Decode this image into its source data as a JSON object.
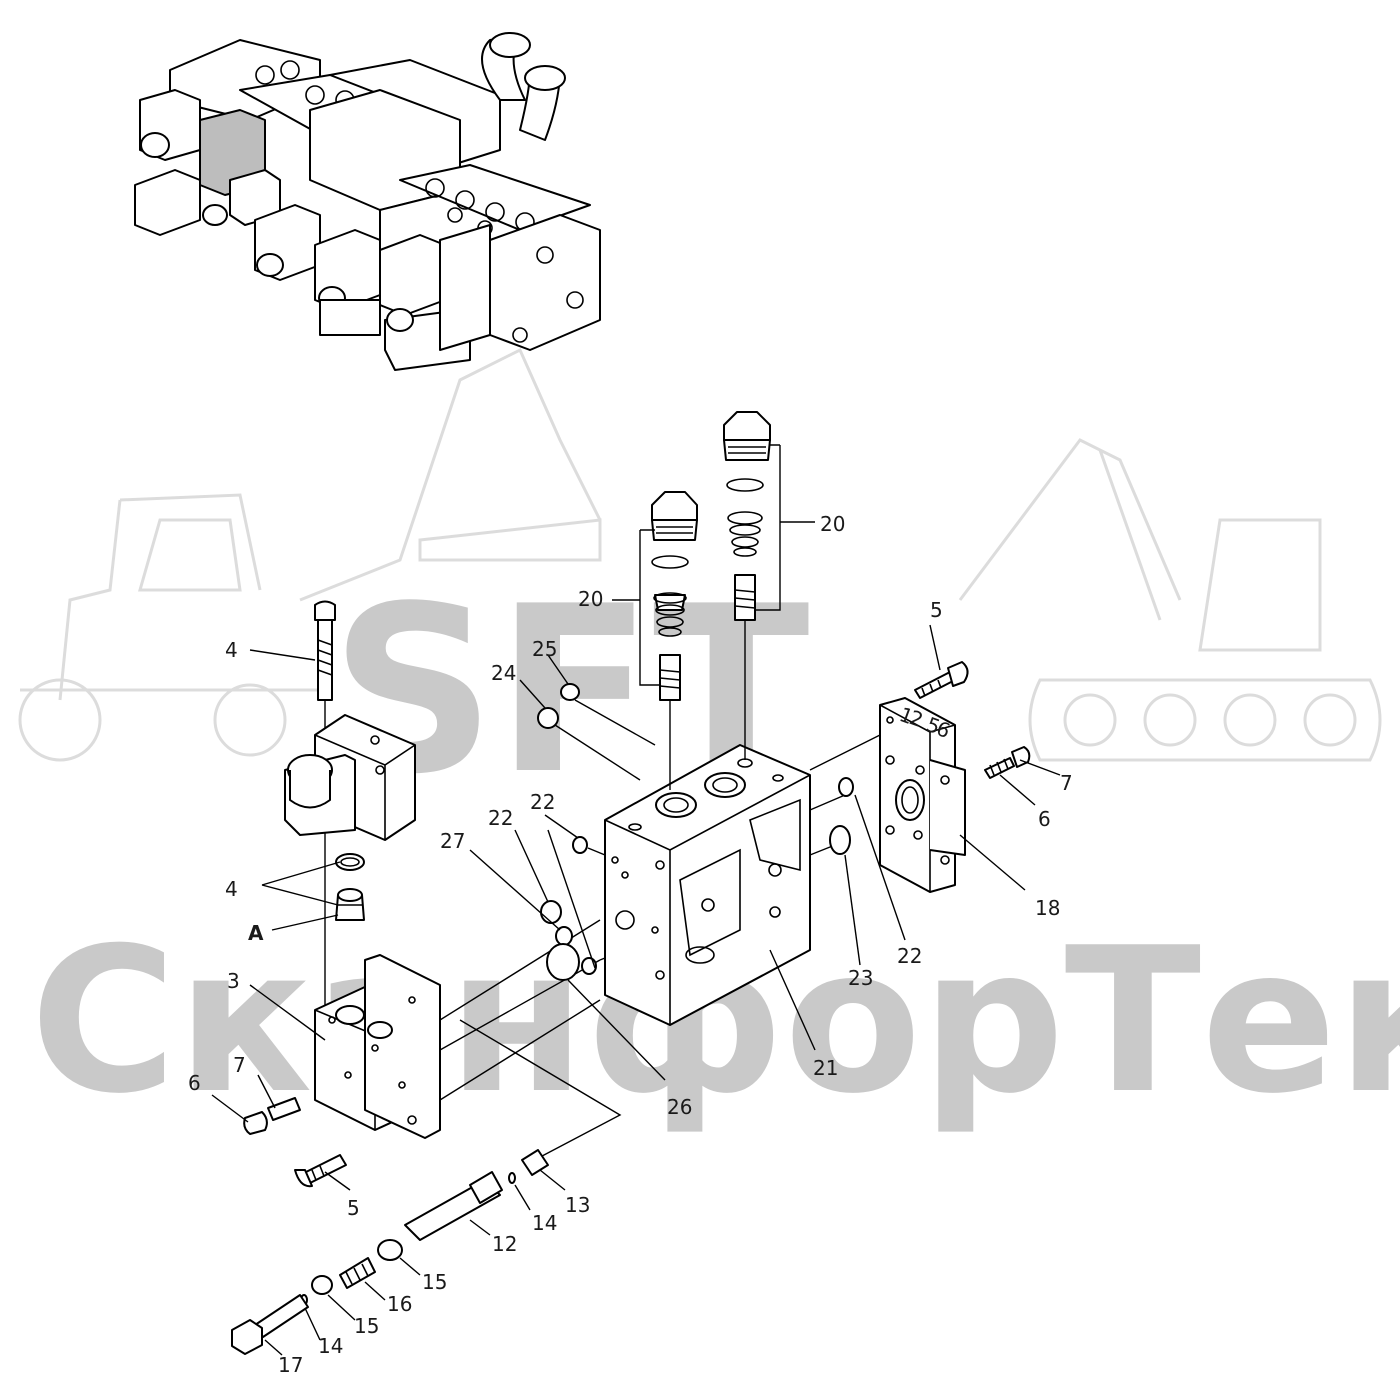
{
  "watermark": {
    "logo": "SFT",
    "brand": "СканфорТек"
  },
  "callouts": [
    {
      "id": "c20a",
      "label": "20"
    },
    {
      "id": "c20b",
      "label": "20"
    },
    {
      "id": "c5a",
      "label": "5"
    },
    {
      "id": "c4a",
      "label": "4"
    },
    {
      "id": "c25",
      "label": "25"
    },
    {
      "id": "c24",
      "label": "24"
    },
    {
      "id": "c7a",
      "label": "7"
    },
    {
      "id": "c6a",
      "label": "6"
    },
    {
      "id": "c22a",
      "label": "22"
    },
    {
      "id": "c22b",
      "label": "22"
    },
    {
      "id": "c27",
      "label": "27"
    },
    {
      "id": "c18",
      "label": "18"
    },
    {
      "id": "c4b",
      "label": "4"
    },
    {
      "id": "cA",
      "label": "A"
    },
    {
      "id": "c23",
      "label": "23"
    },
    {
      "id": "c22c",
      "label": "22"
    },
    {
      "id": "c3",
      "label": "3"
    },
    {
      "id": "c21",
      "label": "21"
    },
    {
      "id": "c7b",
      "label": "7"
    },
    {
      "id": "c6b",
      "label": "6"
    },
    {
      "id": "c26",
      "label": "26"
    },
    {
      "id": "c5b",
      "label": "5"
    },
    {
      "id": "c13",
      "label": "13"
    },
    {
      "id": "c14a",
      "label": "14"
    },
    {
      "id": "c12",
      "label": "12"
    },
    {
      "id": "c15a",
      "label": "15"
    },
    {
      "id": "c16",
      "label": "16"
    },
    {
      "id": "c15b",
      "label": "15"
    },
    {
      "id": "c14b",
      "label": "14"
    },
    {
      "id": "c17",
      "label": "17"
    }
  ],
  "plate_numbers": [
    "1",
    "2",
    "5",
    "6"
  ]
}
